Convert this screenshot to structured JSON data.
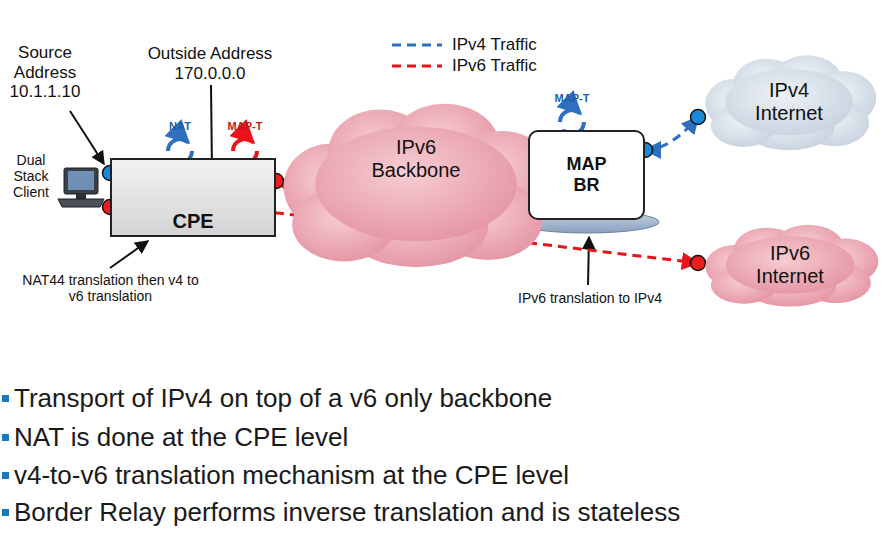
{
  "diagram": {
    "nodes": [
      {
        "text": [
          "CPE"
        ]
      },
      {
        "text": [
          "IPv6 Backbone"
        ]
      },
      {
        "text": [
          "MAP BR"
        ]
      },
      {
        "text": [
          "IPv4 Internet"
        ]
      },
      {
        "text": [
          "IPv6 Internet"
        ]
      }
    ],
    "edges": [
      {
        "from": 0,
        "to": 2,
        "arrow": "both"
      },
      {
        "from": 2,
        "to": 3,
        "arrow": "both"
      },
      {
        "from": 0,
        "to": 4,
        "arrow": "both"
      }
    ],
    "labels": [
      "Source Address 10.1.1.10",
      "Outside Address 170.0.0.0",
      "Dual Stack Client",
      "NAT",
      "MAP-T",
      "MAP-T",
      "NAT44 translation then v4 to v6 translation",
      "IPv6 translation to IPv4",
      "Transport of IPv4 on top of a v6 only backbone",
      "NAT is done at the CPE level",
      "v4-to-v6 translation mechanism at the CPE level",
      "Border Relay performs inverse translation and is stateless"
    ],
    "legend": [
      {
        "text": "IPv4 Traffic"
      },
      {
        "text": "IPv6 Traffic"
      }
    ]
  }
}
